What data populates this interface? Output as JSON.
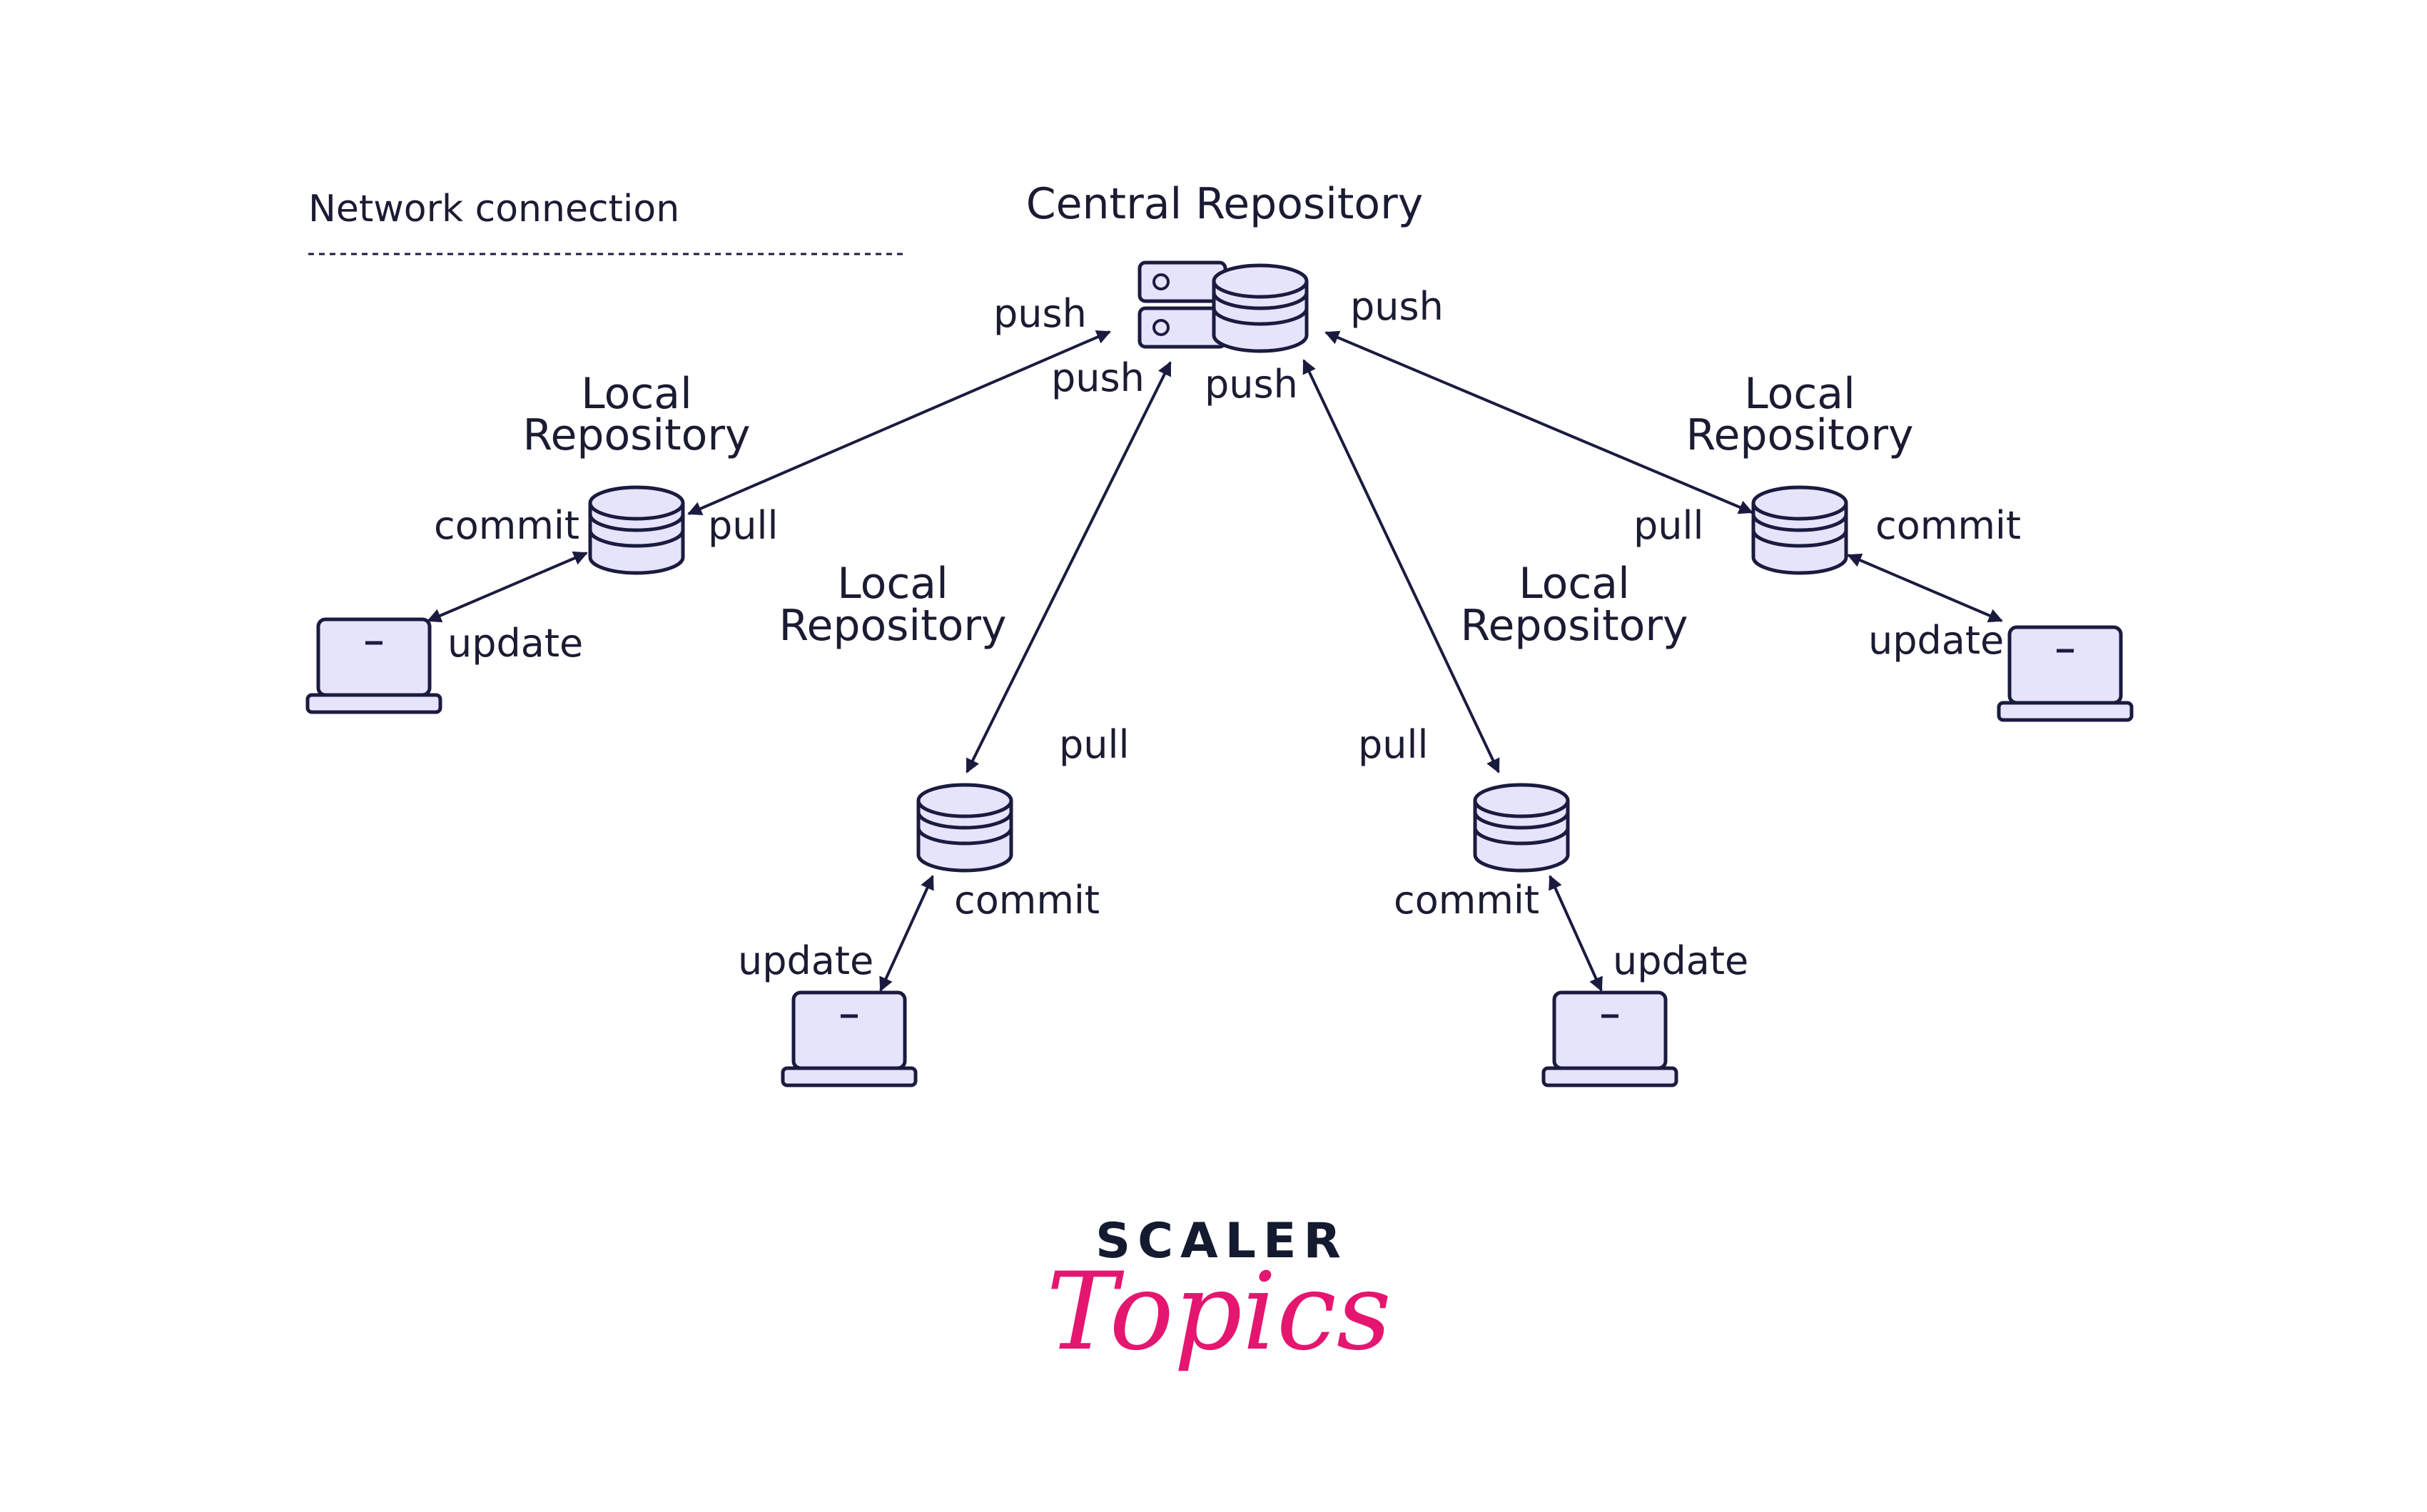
{
  "legend": {
    "label": "Network connection"
  },
  "central": {
    "title": "Central Repository"
  },
  "local_repo_title_line1": "Local",
  "local_repo_title_line2": "Repository",
  "actions": {
    "push": "push",
    "pull": "pull",
    "commit": "commit",
    "update": "update"
  },
  "brand": {
    "line1": "SCALER",
    "line2": "Topics"
  },
  "colors": {
    "stroke": "#1b1b40",
    "fill": "#e6e4fb",
    "brand_dark": "#141a30",
    "brand_pink": "#e5166f"
  },
  "icons": {
    "server": "server-icon",
    "database": "database-icon",
    "laptop": "laptop-icon"
  }
}
